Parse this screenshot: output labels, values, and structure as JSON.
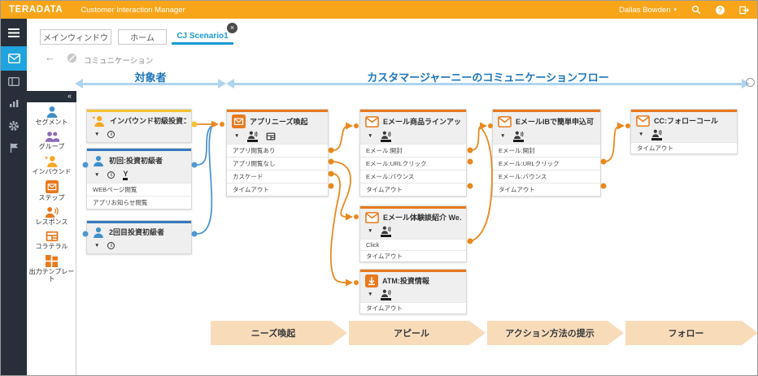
{
  "topbar": {
    "brand": "TERADATA",
    "app_title": "Customer Interaction Manager",
    "user": "Dallas Bowden"
  },
  "tabs": [
    {
      "label": "メインウィンドウ"
    },
    {
      "label": "ホーム"
    },
    {
      "label": "CJ Scenario1",
      "active": true
    }
  ],
  "breadcrumb": {
    "label": "コミュニケーション"
  },
  "section_headers": {
    "audience": "対象者",
    "flow": "カスタマージャーニーのコミュニケーションフロー"
  },
  "palette": {
    "items": [
      "セグメント",
      "グループ",
      "インバウンド",
      "ステップ",
      "レスポンス",
      "コラテラル",
      "出力テンプレート"
    ]
  },
  "nodes": [
    {
      "title": "インバウンド初級投資コ…",
      "rows": []
    },
    {
      "title": "初回:投資初級者",
      "rows": [
        "WEBページ閲覧",
        "アプリお知らせ閲覧"
      ]
    },
    {
      "title": "2回目投資初級者",
      "rows": []
    },
    {
      "title": "アプリニーズ喚起",
      "rows": [
        "アプリ閲覧あり",
        "アプリ閲覧なし",
        "カスケード",
        "タイムアウト"
      ]
    },
    {
      "title": "Eメール商品ラインアッ…",
      "rows": [
        "Eメール:開封",
        "Eメール:URLクリック",
        "Eメール:バウンス",
        "タイムアウト"
      ]
    },
    {
      "title": "Eメール体験談紹介 We…",
      "rows": [
        "Click",
        "タイムアウト"
      ]
    },
    {
      "title": "ATM:投資情報",
      "rows": [
        "タイムアウト"
      ]
    },
    {
      "title": "EメールIBで簡単申込可",
      "rows": [
        "Eメール:開封",
        "Eメール:URLクリック",
        "Eメール:バウンス",
        "タイムアウト"
      ]
    },
    {
      "title": "CC:フォローコール",
      "rows": [
        "タイムアウト"
      ]
    }
  ],
  "phases": [
    "ニーズ喚起",
    "アピール",
    "アクション方法の提示",
    "フォロー"
  ],
  "icons": {
    "caret": "▼",
    "user_caret": "▾",
    "info": "i",
    "branch": "Y",
    "collapse": "«",
    "back": "←",
    "close": "×",
    "help": "?"
  },
  "colors": {
    "topbar_orange": "#F9A51A",
    "node_orange": "#E8791D",
    "node_blue": "#3779BD",
    "node_yellow": "#F2C230",
    "connector_orange": "#E8891F",
    "connector_blue": "#4E97D1",
    "active_tab_blue": "#1B9BD7",
    "header_arrow_blue": "#AED4F0",
    "phase_peach": "#F8DCBA",
    "rail_dark": "#282F3A",
    "rail_active_blue": "#1FA4E0"
  }
}
